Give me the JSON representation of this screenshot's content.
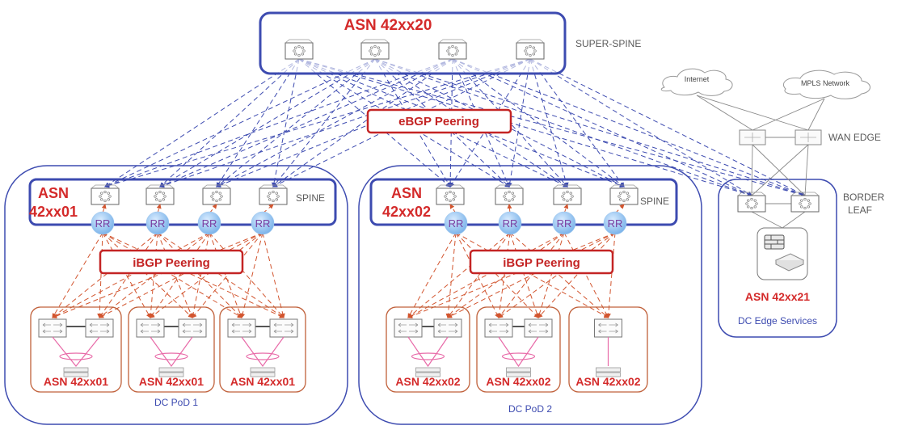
{
  "super_spine": {
    "asn": "ASN 42xx20",
    "layer_label": "SUPER-SPINE",
    "switch_count": 4
  },
  "ebgp": {
    "label": "eBGP Peering"
  },
  "wan": {
    "clouds": [
      "Internet",
      "MPLS Network"
    ],
    "layer_label": "WAN EDGE"
  },
  "border": {
    "layer_label_line1": "BORDER",
    "layer_label_line2": "LEAF",
    "asn": "ASN 42xx21",
    "name": "DC Edge Services"
  },
  "pods": [
    {
      "name": "DC PoD 1",
      "spine_asn_line1": "ASN",
      "spine_asn_line2": "42xx01",
      "spine_label": "SPINE",
      "rr_label": "RR",
      "ibgp_label": "iBGP Peering",
      "leaf_groups": [
        {
          "asn": "ASN 42xx01",
          "switches": 2
        },
        {
          "asn": "ASN 42xx01",
          "switches": 2
        },
        {
          "asn": "ASN 42xx01",
          "switches": 2
        }
      ]
    },
    {
      "name": "DC PoD 2",
      "spine_asn_line1": "ASN",
      "spine_asn_line2": "42xx02",
      "spine_label": "SPINE",
      "rr_label": "RR",
      "ibgp_label": "iBGP Peering",
      "leaf_groups": [
        {
          "asn": "ASN 42xx02",
          "switches": 2
        },
        {
          "asn": "ASN 42xx02",
          "switches": 2
        },
        {
          "asn": "ASN 42xx02",
          "switches": 1
        }
      ]
    }
  ],
  "colors": {
    "ebgp_line": "#3d4bb0",
    "ibgp_line": "#d2552f",
    "asn_text": "#d42a2a",
    "pod_border": "#3d4bb0",
    "leaf_group_border": "#c0603a",
    "rr_fill": "#8ec0ee",
    "lag": "#e86aa8"
  }
}
